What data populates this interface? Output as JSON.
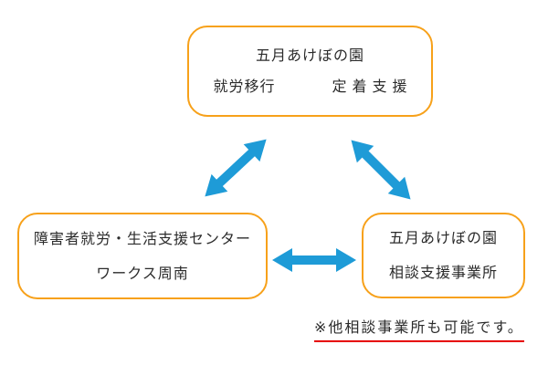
{
  "diagram": {
    "top_box": {
      "title": "五月あけぼの園",
      "left_label": "就労移行",
      "right_label": "定着支援"
    },
    "left_box": {
      "line1": "障害者就労・生活支援センター",
      "line2": "ワークス周南"
    },
    "right_box": {
      "line1": "五月あけぼの園",
      "line2": "相談支援事業所"
    },
    "note": "※他相談事業所も可能です。"
  },
  "colors": {
    "box_border": "#F7A11A",
    "arrow": "#1E9BD7",
    "note_underline": "#E60000",
    "text": "#2B2B2B",
    "background": "#FFFFFF"
  }
}
